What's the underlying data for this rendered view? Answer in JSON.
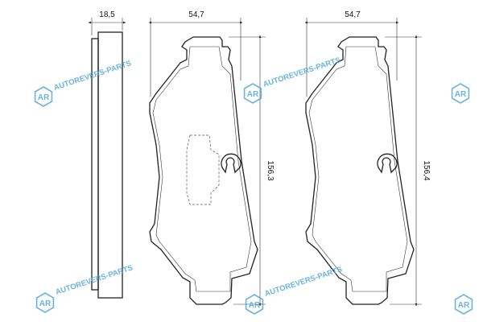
{
  "dimensions": {
    "side_thickness": "18,5",
    "pad1_width": "54,7",
    "pad2_width": "54,7",
    "pad1_height": "156,3",
    "pad2_height": "156,4"
  },
  "watermark": {
    "text": "AUTOREVERS-PARTS",
    "logo_letters": "AR",
    "color": "#4fa8d8"
  }
}
